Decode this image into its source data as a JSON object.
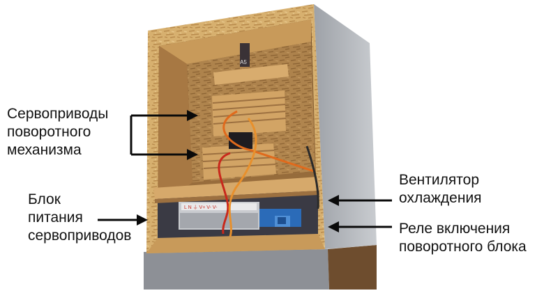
{
  "labels": {
    "servos": {
      "line1": "Сервоприводы",
      "line2": "поворотного",
      "line3": "механизма"
    },
    "power": {
      "line1": "Блок",
      "line2": "питания",
      "line3": "сервоприводов"
    },
    "fan": {
      "line1": "Вентилятор",
      "line2": "охлаждения"
    },
    "relay": {
      "line1": "Реле включения",
      "line2": "поворотного блока"
    }
  },
  "psu_markings": "L N ⏚ V+ V- V-",
  "top_part_marking": "A5",
  "colors": {
    "osb_light": "#d9b47a",
    "osb_mid": "#c99c5e",
    "osb_dark": "#8a6236",
    "interior_shadow": "#5b3f22",
    "gray_panel": "#a9adb3",
    "gray_panel_light": "#c7cacf",
    "base_gray": "#8d9096",
    "arrow": "#0a0a0a",
    "wire_orange": "#e06a1c",
    "wire_red": "#c8281c",
    "board_blue": "#2b6bb8",
    "psu_silver": "#c9cbcf"
  }
}
